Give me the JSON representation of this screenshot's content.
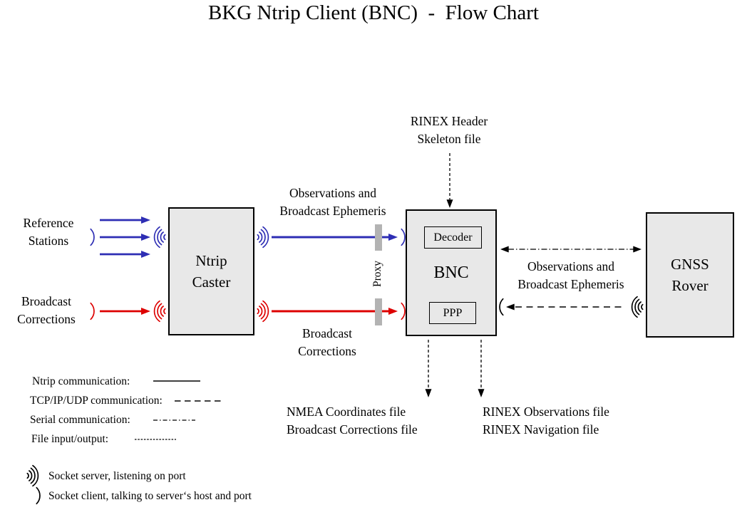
{
  "title": "BKG Ntrip Client (BNC)  -  Flow Chart",
  "nodes": {
    "ntrip_caster": {
      "label": "Ntrip\nCaster"
    },
    "bnc": {
      "label": "BNC",
      "decoder_label": "Decoder",
      "ppp_label": "PPP"
    },
    "gnss_rover": {
      "label": "GNSS\nRover"
    }
  },
  "labels": {
    "reference_stations": "Reference\nStations",
    "broadcast_corrections_input": "Broadcast\nCorrections",
    "observations_ephemeris_caster_bnc": "Observations and\nBroadcast Ephemeris",
    "broadcast_corrections_caster_bnc": "Broadcast\nCorrections",
    "proxy": "Proxy",
    "rinex_header_skeleton": "RINEX Header\nSkeleton file",
    "observations_ephemeris_bnc_rover": "Observations and\nBroadcast Ephemeris",
    "nmea_output_files": "NMEA Coordinates file\nBroadcast Corrections file",
    "rinex_output_files": "RINEX Observations file\nRINEX Navigation file"
  },
  "legend": {
    "items": [
      {
        "label": "Ntrip communication:",
        "line_style": "solid"
      },
      {
        "label": "TCP/IP/UDP communication:",
        "line_style": "dashed"
      },
      {
        "label": "Serial communication:",
        "line_style": "dash-dot"
      },
      {
        "label": "File input/output:",
        "line_style": "fine-dashed"
      }
    ],
    "socket_server": "Socket server, listening on port",
    "socket_client": "Socket client, talking to server‘s host and port"
  },
  "icons": {
    "socket_server_icon": ")))",
    "socket_client_icon": ")"
  },
  "colors": {
    "ntrip_stream_blue": "#2e2eb4",
    "corrections_red": "#dd0000",
    "box_fill_gray": "#e8e8e8",
    "proxy_bar_gray": "#b3b3b3",
    "line_black": "#000000"
  }
}
